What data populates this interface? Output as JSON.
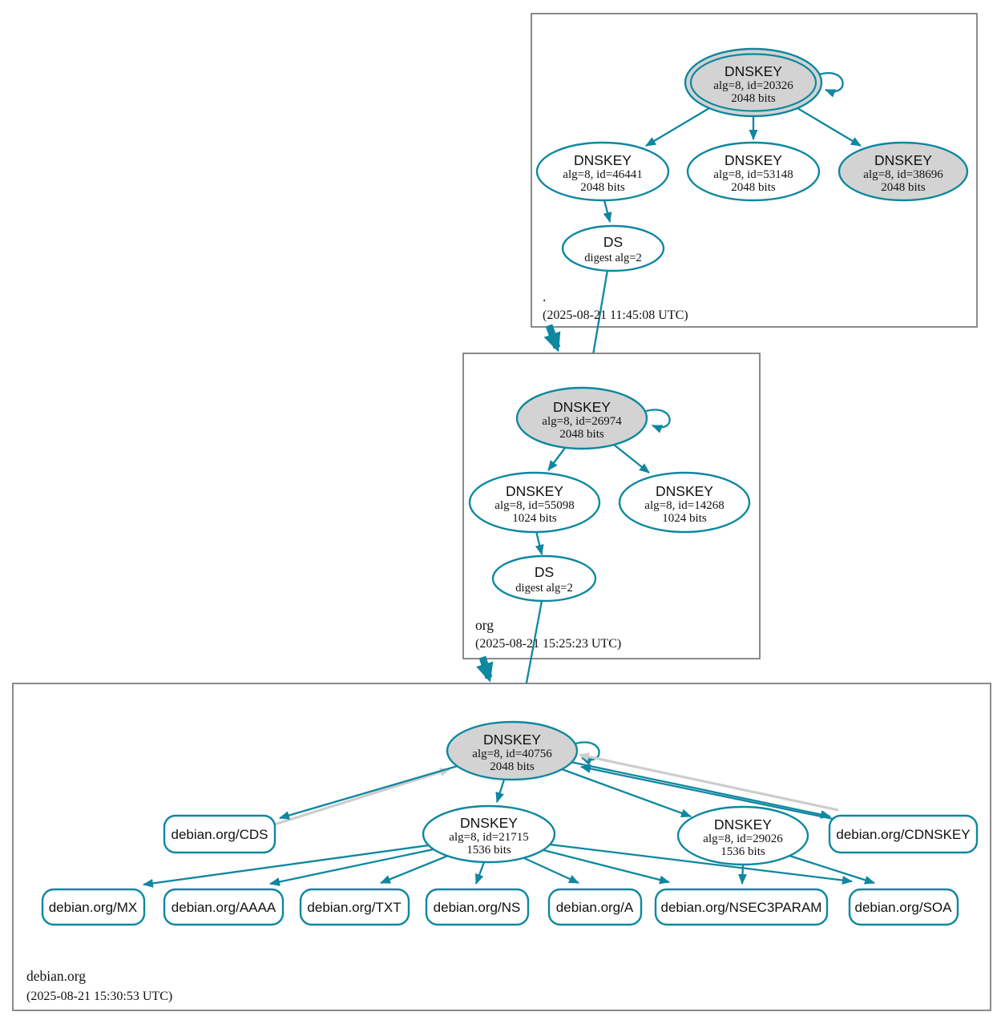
{
  "colors": {
    "edge_teal": "#0e87a0",
    "ksk_fill_gray": "#d3d3d3",
    "edge_gray": "#cdcdcd",
    "zone_box_border": "#6e6e6e"
  },
  "zones": [
    {
      "name": ".",
      "timestamp": "(2025-08-21 11:45:08 UTC)",
      "keys": {
        "k20326": {
          "title": "DNSKEY",
          "detail": "alg=8, id=20326",
          "bits": "2048 bits"
        },
        "k46441": {
          "title": "DNSKEY",
          "detail": "alg=8, id=46441",
          "bits": "2048 bits"
        },
        "k53148": {
          "title": "DNSKEY",
          "detail": "alg=8, id=53148",
          "bits": "2048 bits"
        },
        "k38696": {
          "title": "DNSKEY",
          "detail": "alg=8, id=38696",
          "bits": "2048 bits"
        }
      },
      "ds": {
        "title": "DS",
        "detail": "digest alg=2"
      }
    },
    {
      "name": "org",
      "timestamp": "(2025-08-21 15:25:23 UTC)",
      "keys": {
        "k26974": {
          "title": "DNSKEY",
          "detail": "alg=8, id=26974",
          "bits": "2048 bits"
        },
        "k55098": {
          "title": "DNSKEY",
          "detail": "alg=8, id=55098",
          "bits": "1024 bits"
        },
        "k14268": {
          "title": "DNSKEY",
          "detail": "alg=8, id=14268",
          "bits": "1024 bits"
        }
      },
      "ds": {
        "title": "DS",
        "detail": "digest alg=2"
      }
    },
    {
      "name": "debian.org",
      "timestamp": "(2025-08-21 15:30:53 UTC)",
      "keys": {
        "k40756": {
          "title": "DNSKEY",
          "detail": "alg=8, id=40756",
          "bits": "2048 bits"
        },
        "k21715": {
          "title": "DNSKEY",
          "detail": "alg=8, id=21715",
          "bits": "1536 bits"
        },
        "k29026": {
          "title": "DNSKEY",
          "detail": "alg=8, id=29026",
          "bits": "1536 bits"
        }
      },
      "rrsets": {
        "cds": {
          "label": "debian.org/CDS"
        },
        "cdnskey": {
          "label": "debian.org/CDNSKEY"
        },
        "mx": {
          "label": "debian.org/MX"
        },
        "aaaa": {
          "label": "debian.org/AAAA"
        },
        "txt": {
          "label": "debian.org/TXT"
        },
        "ns": {
          "label": "debian.org/NS"
        },
        "a": {
          "label": "debian.org/A"
        },
        "nsec3param": {
          "label": "debian.org/NSEC3PARAM"
        },
        "soa": {
          "label": "debian.org/SOA"
        }
      }
    }
  ]
}
